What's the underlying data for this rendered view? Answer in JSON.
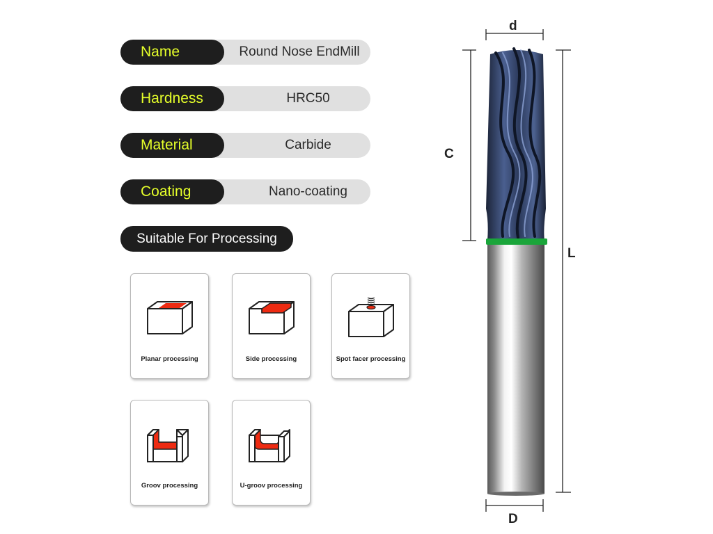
{
  "specs": [
    {
      "label": "Name",
      "value": "Round Nose EndMill"
    },
    {
      "label": "Hardness",
      "value": "HRC50"
    },
    {
      "label": "Material",
      "value": "Carbide"
    },
    {
      "label": "Coating",
      "value": "Nano-coating"
    }
  ],
  "suitable_title": "Suitable For Processing",
  "processing": [
    {
      "label": "Planar processing",
      "icon": "planar-icon"
    },
    {
      "label": "Side processing",
      "icon": "side-icon"
    },
    {
      "label": "Spot facer processing",
      "icon": "spot-facer-icon"
    },
    {
      "label": "Groov processing",
      "icon": "groove-icon"
    },
    {
      "label": "U-groov processing",
      "icon": "u-groove-icon"
    }
  ],
  "dimensions": {
    "d": "d",
    "C": "C",
    "L": "L",
    "D": "D"
  },
  "colors": {
    "label_bg": "#1e1e1e",
    "label_text": "#e6ff2a",
    "value_bg": "#e0e0e0",
    "cut_red": "#ee2b12",
    "ring_green": "#1aa53a",
    "coating_blue": "#3a4c78"
  }
}
